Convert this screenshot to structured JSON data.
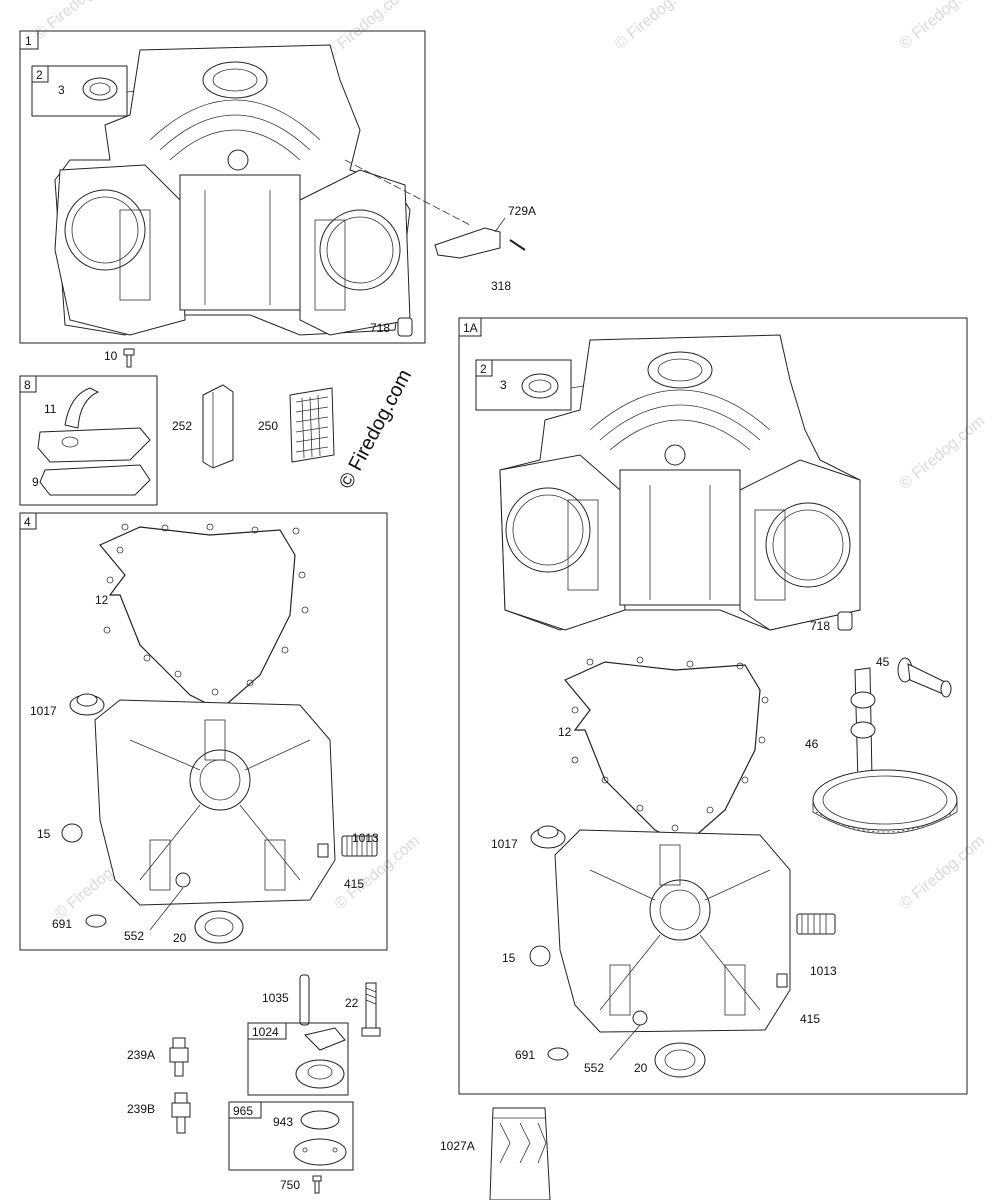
{
  "watermark": {
    "brand": "© Firedog.com",
    "faint_color": "#d9d9d9"
  },
  "groups": {
    "g1": "1",
    "g2_top": "2",
    "g8": "8",
    "g4": "4",
    "g1A": "1A",
    "g2_right": "2",
    "g1024": "1024",
    "g965": "965"
  },
  "parts": {
    "p3_top": "3",
    "p729A": "729A",
    "p318": "318",
    "p718_top": "718",
    "p10": "10",
    "p11": "11",
    "p9": "9",
    "p252": "252",
    "p250": "250",
    "p12_left": "12",
    "p1017_left": "1017",
    "p15_left": "15",
    "p1013_left": "1013",
    "p415_left": "415",
    "p691_left": "691",
    "p552_left": "552",
    "p20_left": "20",
    "p3_right": "3",
    "p718_right": "718",
    "p45": "45",
    "p12_right": "12",
    "p46": "46",
    "p1017_right": "1017",
    "p15_right": "15",
    "p1013_right": "1013",
    "p415_right": "415",
    "p691_right": "691",
    "p552_right": "552",
    "p20_right": "20",
    "p1035": "1035",
    "p22": "22",
    "p239A": "239A",
    "p239B": "239B",
    "p943": "943",
    "p750": "750",
    "p1027A": "1027A"
  }
}
